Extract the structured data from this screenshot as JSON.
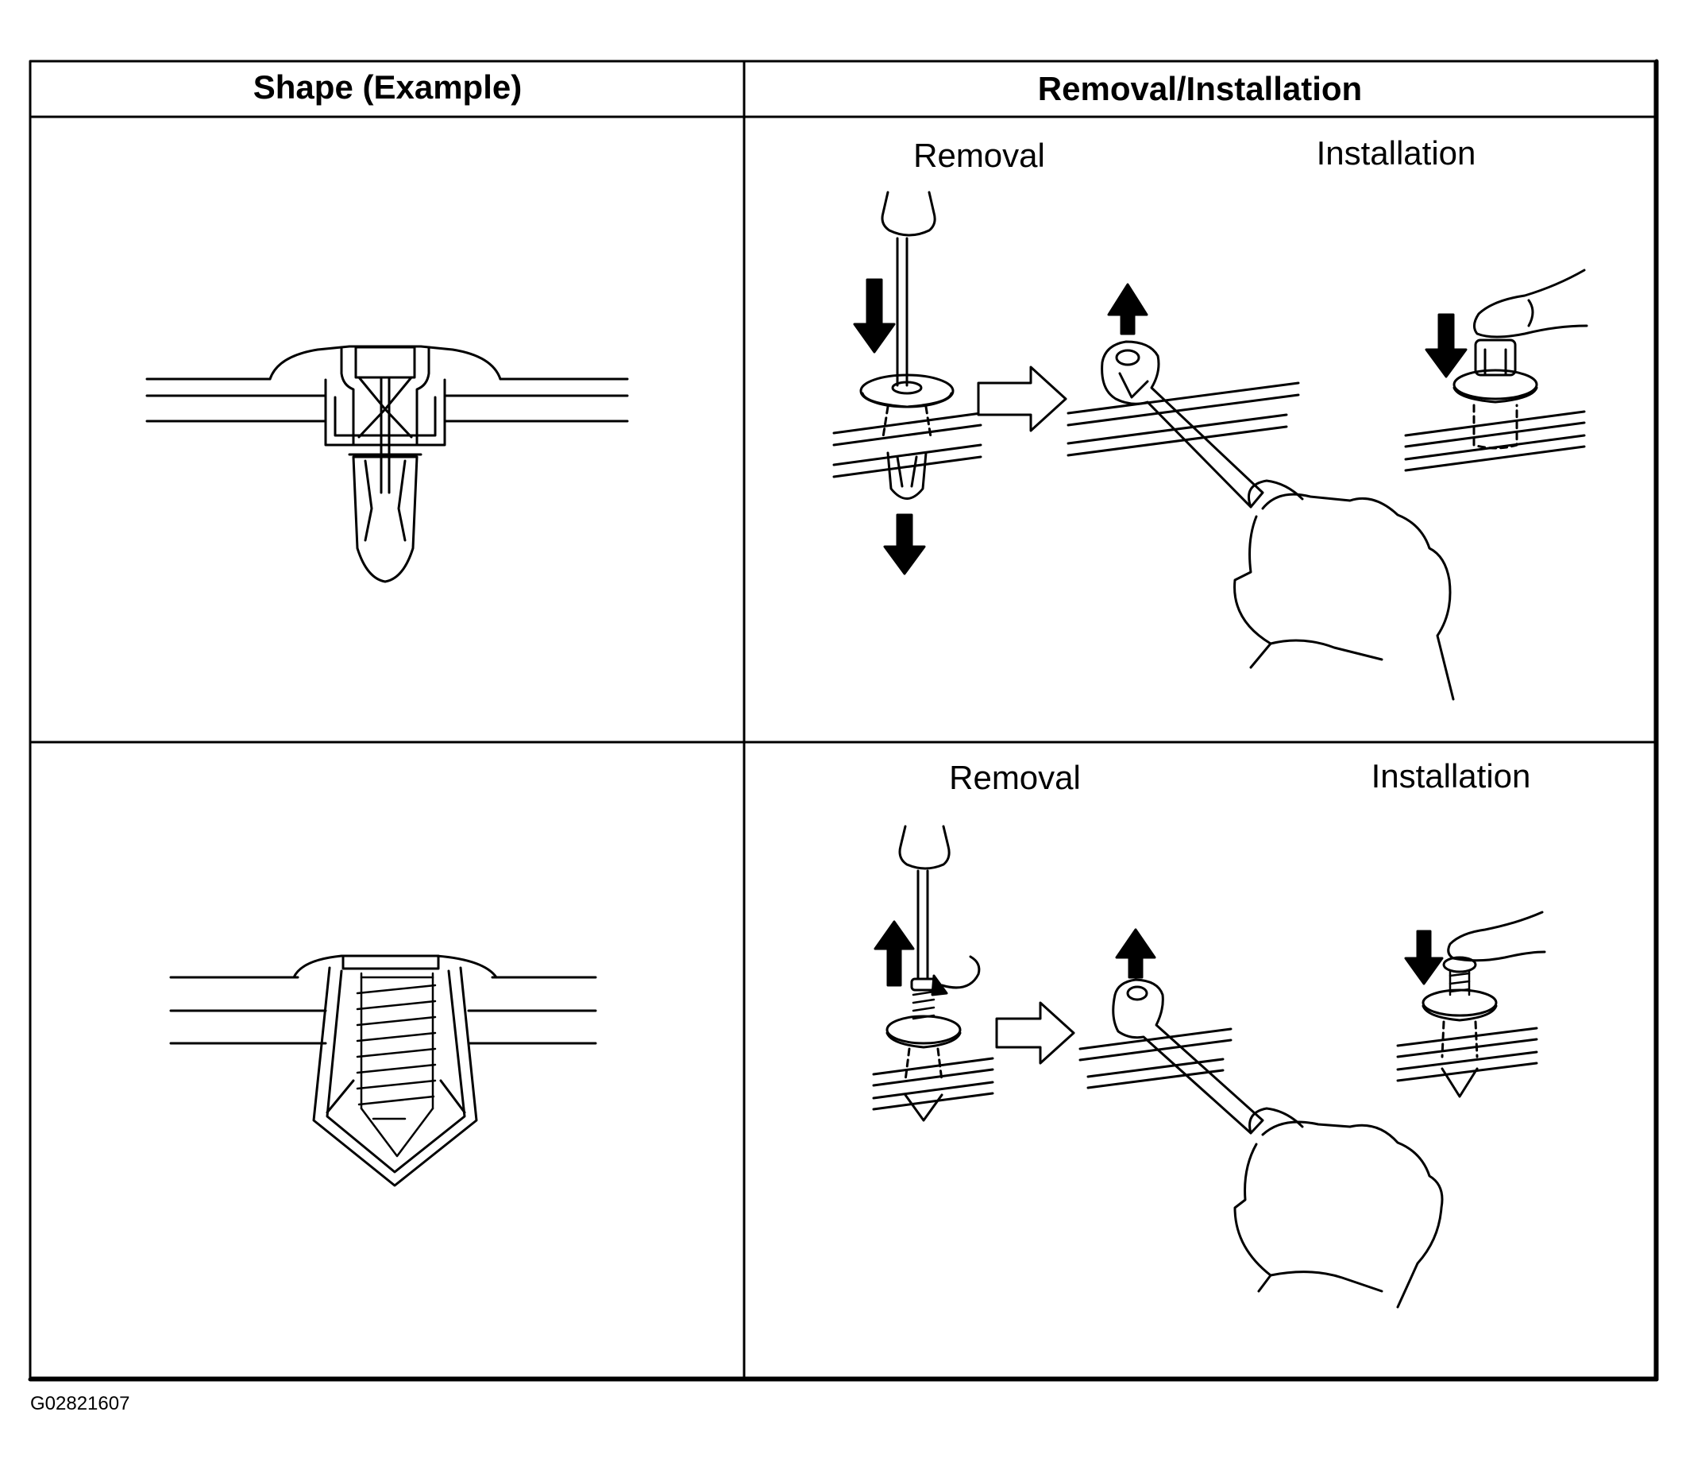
{
  "table": {
    "header_shape": "Shape (Example)",
    "header_procedure": "Removal/Installation",
    "rows": [
      {
        "removal_label": "Removal",
        "installation_label": "Installation"
      },
      {
        "removal_label": "Removal",
        "installation_label": "Installation"
      }
    ]
  },
  "figure_code": "G02821607",
  "colors": {
    "ink": "#000000",
    "paper": "#ffffff"
  },
  "icons": [
    "screwdriver-icon",
    "down-arrow-icon",
    "up-arrow-icon",
    "outline-right-arrow-icon",
    "clip-remover-tool-icon",
    "hand-icon",
    "finger-icon",
    "rotate-arrow-icon"
  ]
}
